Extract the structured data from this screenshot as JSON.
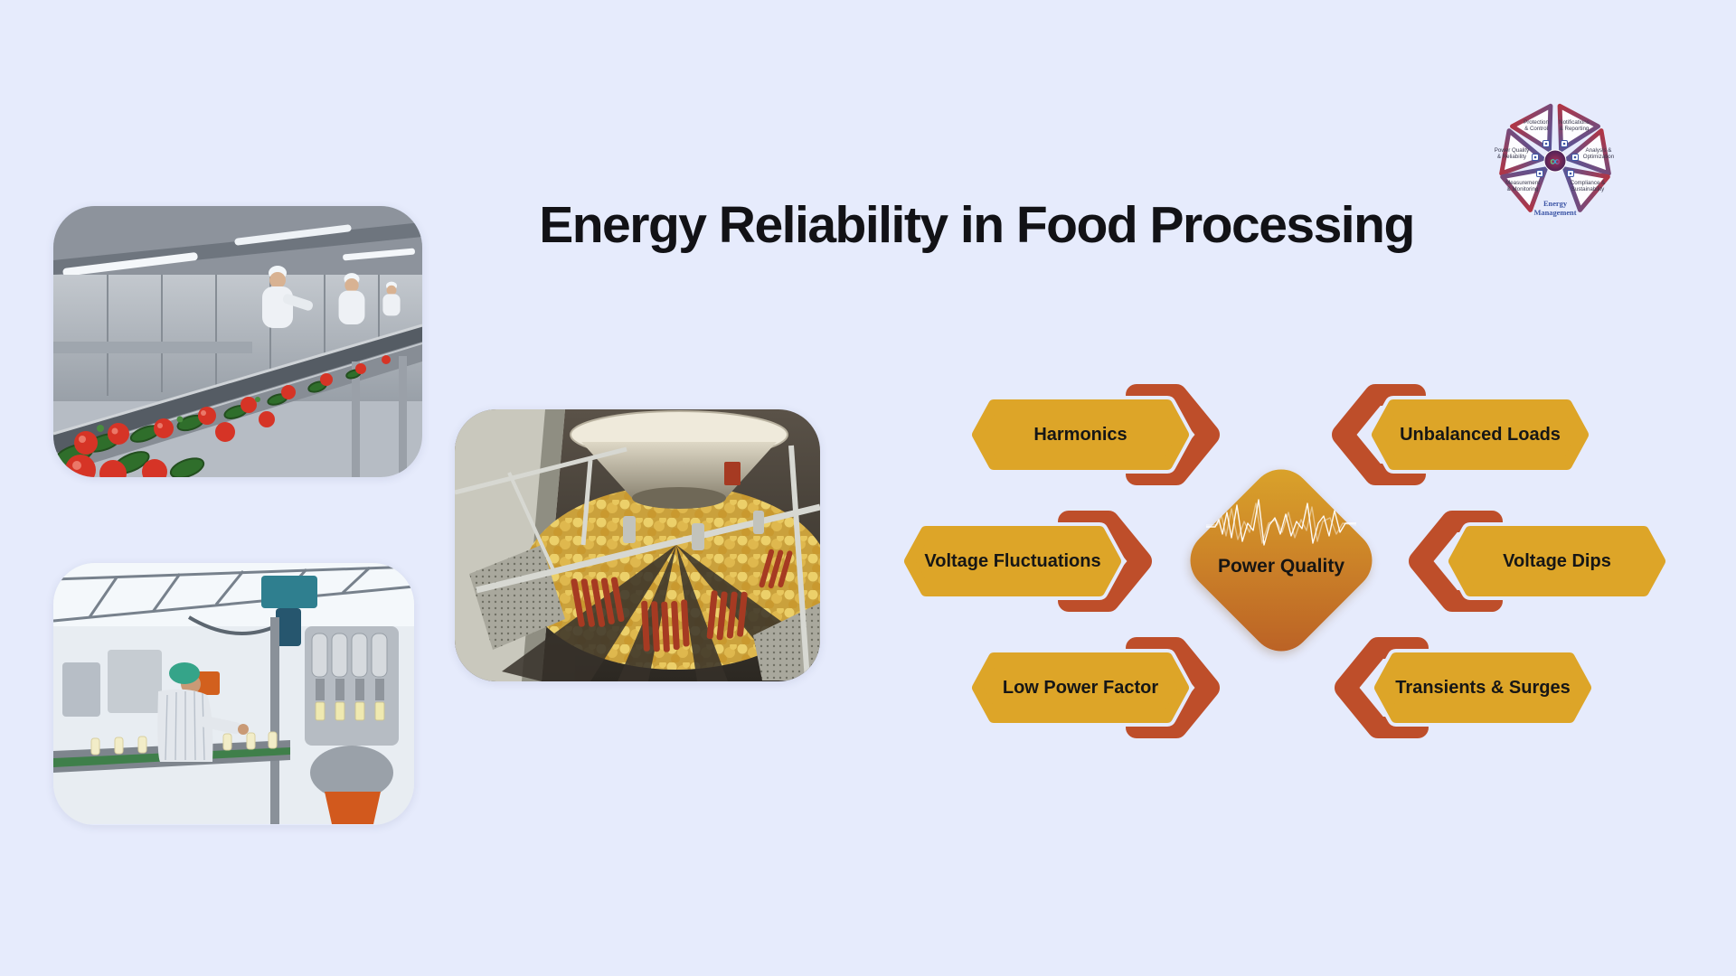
{
  "background": "#E6EBFC",
  "title": "Energy Reliability in Food Processing",
  "logo": {
    "title_line1": "Energy",
    "title_line2": "Management",
    "center_icon": "infinity-icon",
    "petals": [
      {
        "line1": "Protection",
        "line2": "& Control"
      },
      {
        "line1": "Notifications",
        "line2": "& Reporting"
      },
      {
        "line1": "Power Quality",
        "line2": "& Reliability"
      },
      {
        "line1": "Analysis &",
        "line2": "Optimization"
      },
      {
        "line1": "Measurement",
        "line2": "& Monitoring"
      },
      {
        "line1": "Compliance &",
        "line2": "Sustainability"
      }
    ]
  },
  "diagram": {
    "center_label": "Power Quality",
    "center_icon": "waveform-icon",
    "colors": {
      "gold": "#DDA528",
      "rust": "#BE4E2A",
      "diamond_from": "#DBA62A",
      "diamond_to": "#B95E25"
    },
    "items": [
      {
        "label": "Harmonics"
      },
      {
        "label": "Unbalanced Loads"
      },
      {
        "label": "Voltage Fluctuations"
      },
      {
        "label": "Voltage Dips"
      },
      {
        "label": "Low Power Factor"
      },
      {
        "label": "Transients & Surges"
      }
    ]
  },
  "photos": [
    {
      "name": "vegetable-sorting-line"
    },
    {
      "name": "bottling-line-worker"
    },
    {
      "name": "snack-multihead-weigher"
    }
  ]
}
